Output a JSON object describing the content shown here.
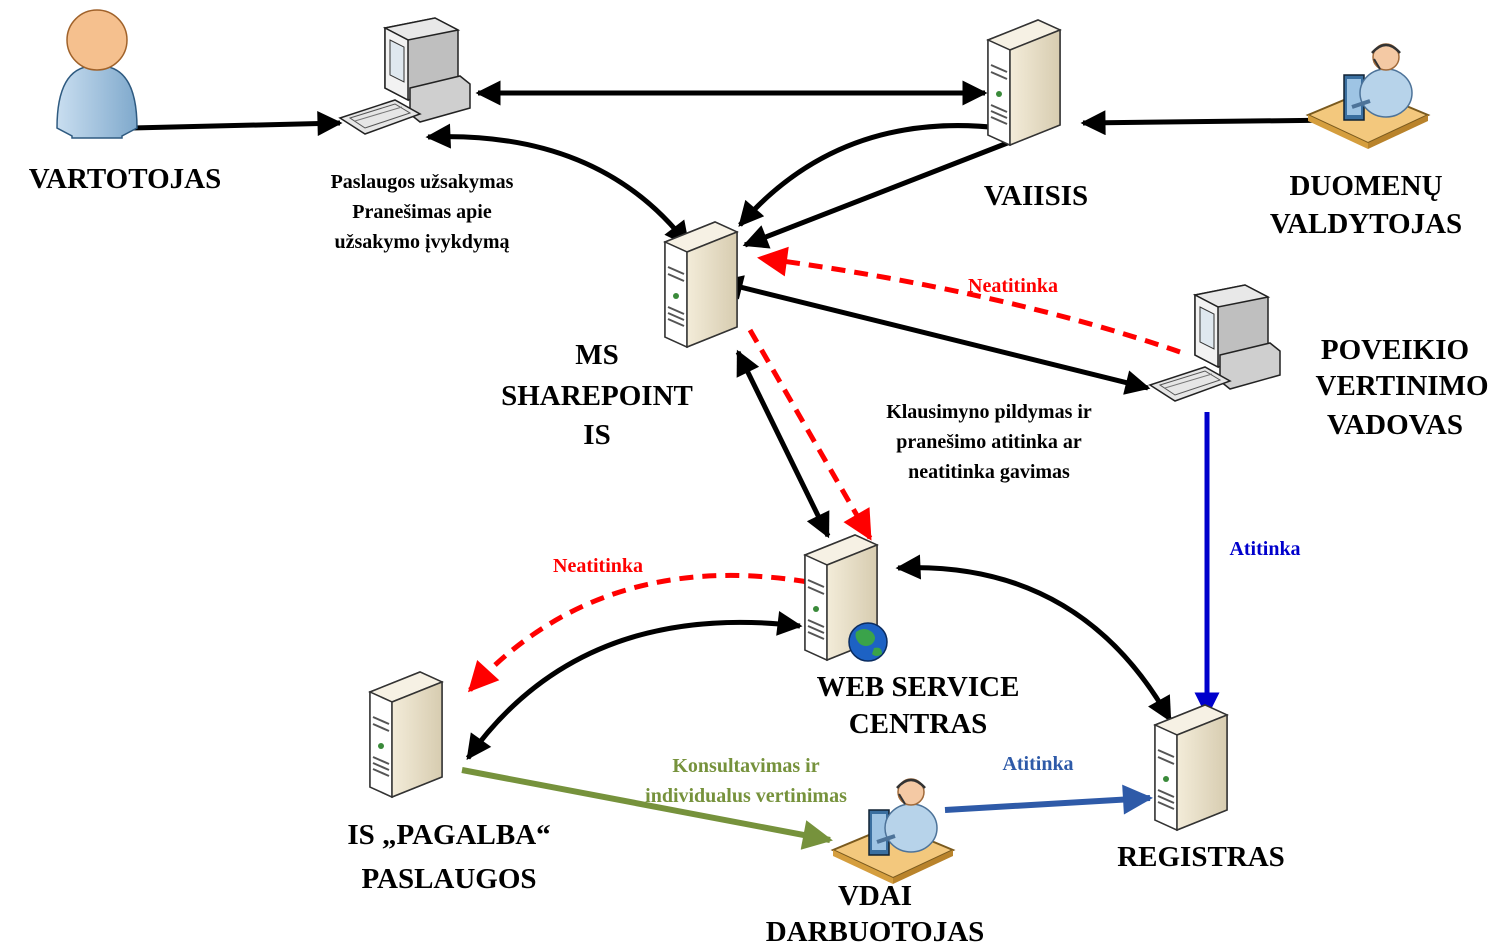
{
  "nodes": {
    "vartotojas": "VARTOTOJAS",
    "vaiisis": "VAIISIS",
    "duomenu": [
      "DUOMENŲ",
      "VALDYTOJAS"
    ],
    "sharepoint": [
      "MS",
      "SHAREPOINT",
      "IS"
    ],
    "poveikio": [
      "POVEIKIO",
      "VERTINIMO",
      "VADOVAS"
    ],
    "webservice": [
      "WEB SERVICE",
      "CENTRAS"
    ],
    "pagalba": [
      "IS „PAGALBA“",
      "PASLAUGOS"
    ],
    "registras": "REGISTRAS",
    "vdai": [
      "VDAI",
      "DARBUOTOJAS"
    ]
  },
  "edge_labels": {
    "paslaugos": [
      "Paslaugos užsakymas",
      "Pranešimas apie",
      "užsakymo įvykdymą"
    ],
    "neatitinka_top": "Neatitinka",
    "klausimyno": [
      "Klausimyno pildymas ir",
      "pranešimo atitinka ar",
      "neatitinka gavimas"
    ],
    "atitinka_right": "Atitinka",
    "neatitinka_left": "Neatitinka",
    "konsultavimas": [
      "Konsultavimas ir",
      "individualus vertinimas"
    ],
    "atitinka_bottom": "Atitinka"
  },
  "colors": {
    "arrow": "#000000",
    "neatitinka": "#ff0000",
    "atitinka_right": "#0000cc",
    "atitinka_bottom": "#2e5aa8",
    "konsultavimas": "#76923c",
    "server_body": "#e6dcc3",
    "person_fill": "#a7c8e0"
  },
  "icons": [
    "person-icon",
    "computer-icon",
    "server-icon",
    "operator-icon",
    "globe-icon"
  ]
}
